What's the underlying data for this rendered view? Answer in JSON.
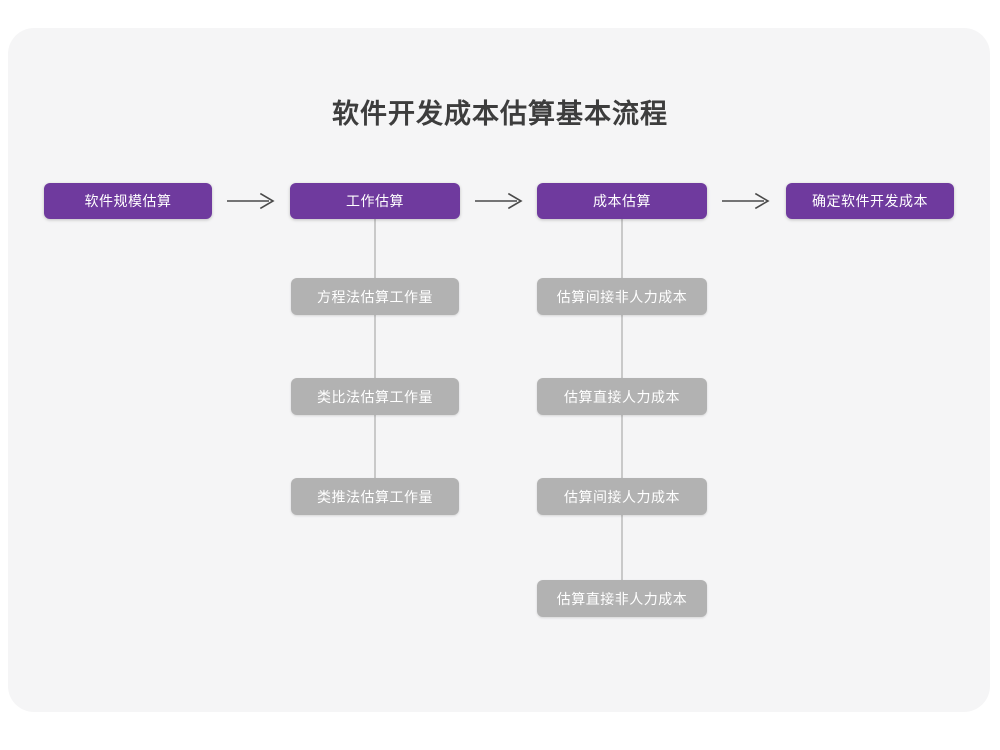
{
  "page": {
    "title": "软件开发成本估算基本流程",
    "background_color": "#ffffff",
    "card_color": "#f5f5f6"
  },
  "theme": {
    "primary_color": "#6f3a9e",
    "secondary_color": "#b2b2b2",
    "connector_color": "#c9c9c9",
    "arrow_color": "#4a4a4a",
    "title_color": "#3d3d3d"
  },
  "flow": {
    "stages": [
      {
        "label": "软件规模估算",
        "substeps": []
      },
      {
        "label": "工作估算",
        "substeps": [
          "方程法估算工作量",
          "类比法估算工作量",
          "类推法估算工作量"
        ]
      },
      {
        "label": "成本估算",
        "substeps": [
          "估算间接非人力成本",
          "估算直接人力成本",
          "估算间接人力成本",
          "估算直接非人力成本"
        ]
      },
      {
        "label": "确定软件开发成本",
        "substeps": []
      }
    ],
    "arrows": [
      {
        "name": "arrow-stage1-stage2",
        "glyph": "right-arrow"
      },
      {
        "name": "arrow-stage2-stage3",
        "glyph": "right-arrow"
      },
      {
        "name": "arrow-stage3-stage4",
        "glyph": "right-arrow"
      }
    ]
  }
}
